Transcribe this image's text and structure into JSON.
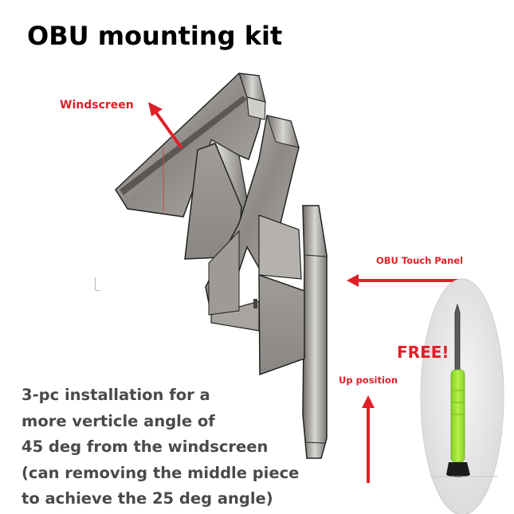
{
  "title": "OBU mounting kit",
  "annotations": {
    "windscreen": "Windscreen",
    "touch_panel": "OBU Touch Panel",
    "up_position": "Up position",
    "free": "FREE!"
  },
  "description": [
    "3-pc installation for a",
    "more verticle angle of",
    "45 deg from the windscreen",
    "(can removing the middle piece",
    "to achieve the 25 deg angle)"
  ],
  "colors": {
    "accent_red": "#e02027",
    "text_gray": "#4a4a4a",
    "handle_green": "#9be23a"
  }
}
